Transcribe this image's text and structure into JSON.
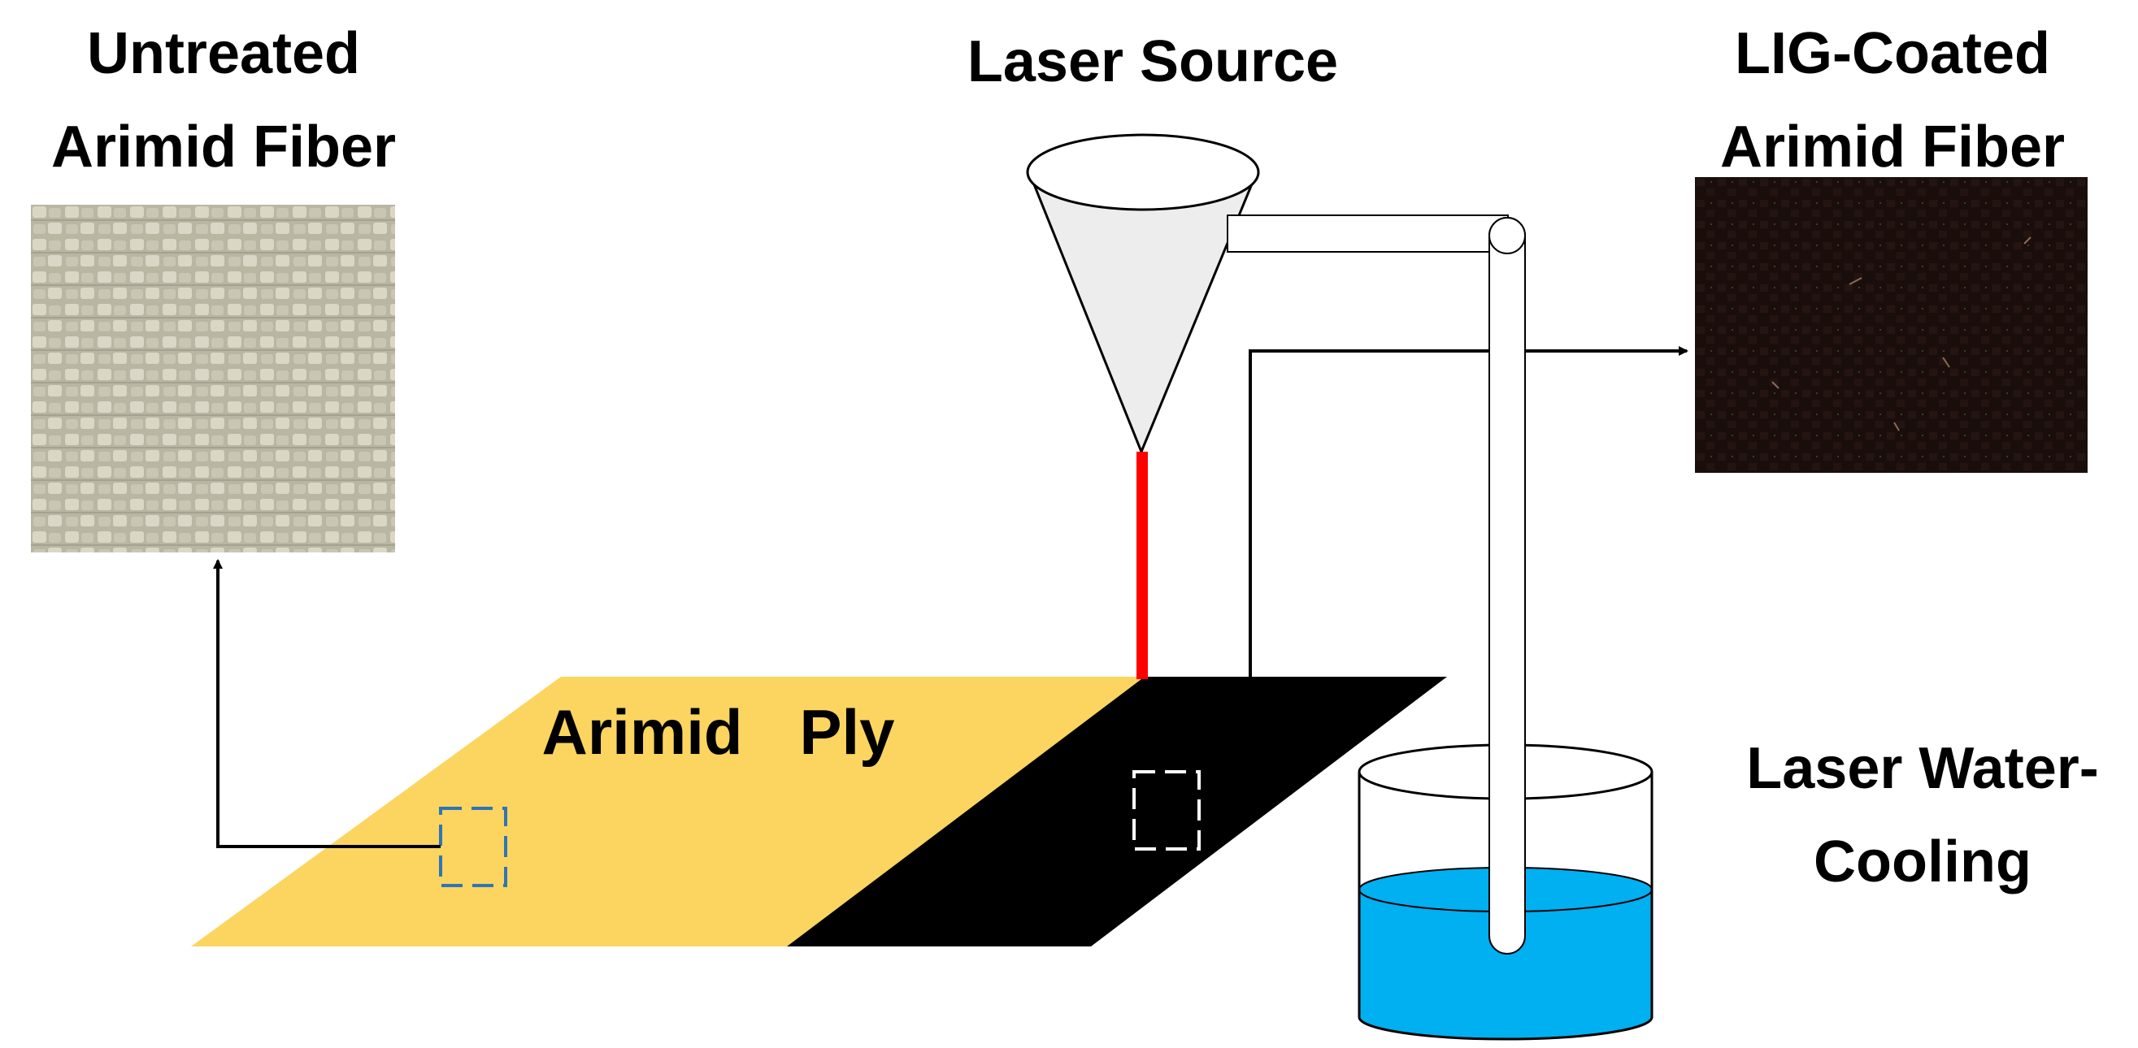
{
  "labels": {
    "untreated_line1": "Untreated",
    "untreated_line2": "Arimid Fiber",
    "laser_source": "Laser Source",
    "lig_line1": "LIG-Coated",
    "lig_line2": "Arimid Fiber",
    "ply_word1": "Arimid",
    "ply_word2": "Ply",
    "cooling_line1": "Laser Water-",
    "cooling_line2": "Cooling"
  },
  "colors": {
    "ply_untreated": "#FBD55F",
    "ply_treated": "#000000",
    "laser_beam": "#FF0000",
    "water": "#00B0F0",
    "untreated_fabric": "#CFCCB8",
    "lig_fabric": "#1A0E0C",
    "untreated_marker": "#2E75B6",
    "treated_marker": "#FFFFFF",
    "cone_fill": "#EDEDED"
  },
  "icons": {
    "laser_head": "cone-icon",
    "cooling_beaker": "beaker-icon",
    "untreated_sample": "woven-fabric-image",
    "lig_sample": "dark-fabric-image"
  }
}
